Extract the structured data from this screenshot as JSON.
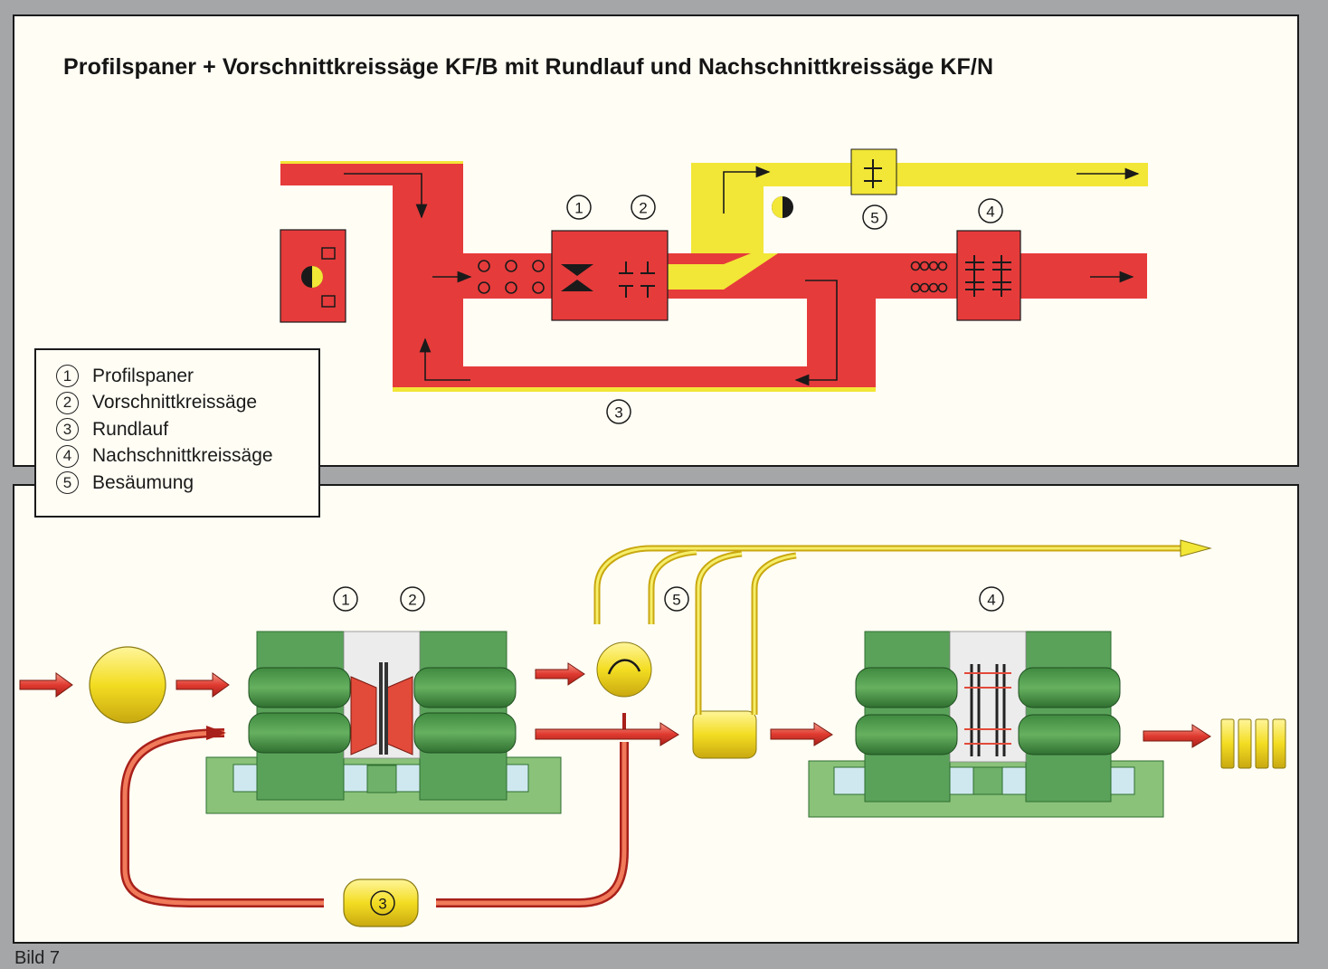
{
  "title": "Profilspaner + Vorschnittkreissäge KF/B mit Rundlauf und Nachschnittkreissäge KF/N",
  "legend": [
    {
      "number": "1",
      "label": "Profilspaner"
    },
    {
      "number": "2",
      "label": "Vorschnittkreissäge"
    },
    {
      "number": "3",
      "label": "Rundlauf"
    },
    {
      "number": "4",
      "label": "Nachschnittkreissäge"
    },
    {
      "number": "5",
      "label": "Besäumung"
    }
  ],
  "markers": {
    "m1": "1",
    "m2": "2",
    "m3": "3",
    "m4": "4",
    "m5": "5"
  },
  "figure_caption": "Bild 7",
  "colors": {
    "red": "#e63b3b",
    "yellow": "#f2e637",
    "green": "#4f9e4c",
    "light_green": "#8ac27a",
    "outline": "#1a1a1a"
  }
}
